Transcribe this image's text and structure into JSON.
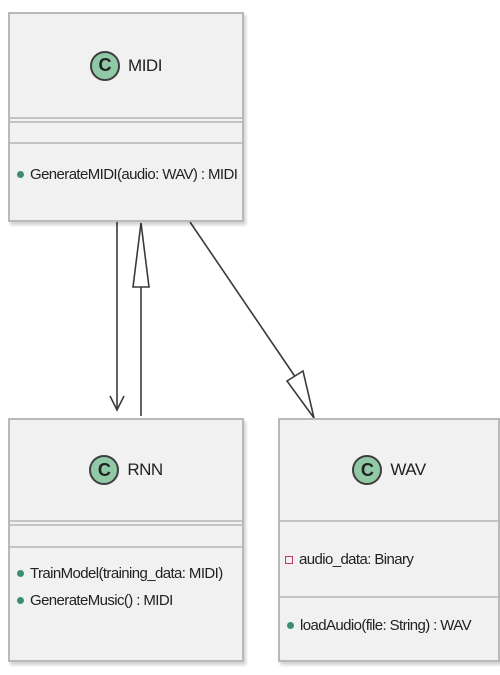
{
  "colors": {
    "box_fill": "#f1f1f1",
    "box_border": "#b9b9b9",
    "stereotype_fill": "#8fc9a6",
    "public_marker": "#3c8f6c",
    "private_marker": "#c4365b",
    "edge": "#3a3a3a"
  },
  "classes": {
    "midi": {
      "stereotype": "C",
      "name": "MIDI",
      "methods": [
        {
          "visibility": "public",
          "text": "GenerateMIDI(audio: WAV) : MIDI"
        }
      ]
    },
    "rnn": {
      "stereotype": "C",
      "name": "RNN",
      "methods": [
        {
          "visibility": "public",
          "text": "TrainModel(training_data: MIDI)"
        },
        {
          "visibility": "public",
          "text": "GenerateMusic() : MIDI"
        }
      ]
    },
    "wav": {
      "stereotype": "C",
      "name": "WAV",
      "fields": [
        {
          "visibility": "private",
          "text": "audio_data: Binary"
        }
      ],
      "methods": [
        {
          "visibility": "public",
          "text": "loadAudio(file: String) : WAV"
        }
      ]
    }
  },
  "relations": [
    {
      "from": "MIDI",
      "to": "RNN",
      "type": "association"
    },
    {
      "from": "RNN",
      "to": "MIDI",
      "type": "generalization"
    },
    {
      "from": "MIDI",
      "to": "WAV",
      "type": "generalization"
    }
  ]
}
